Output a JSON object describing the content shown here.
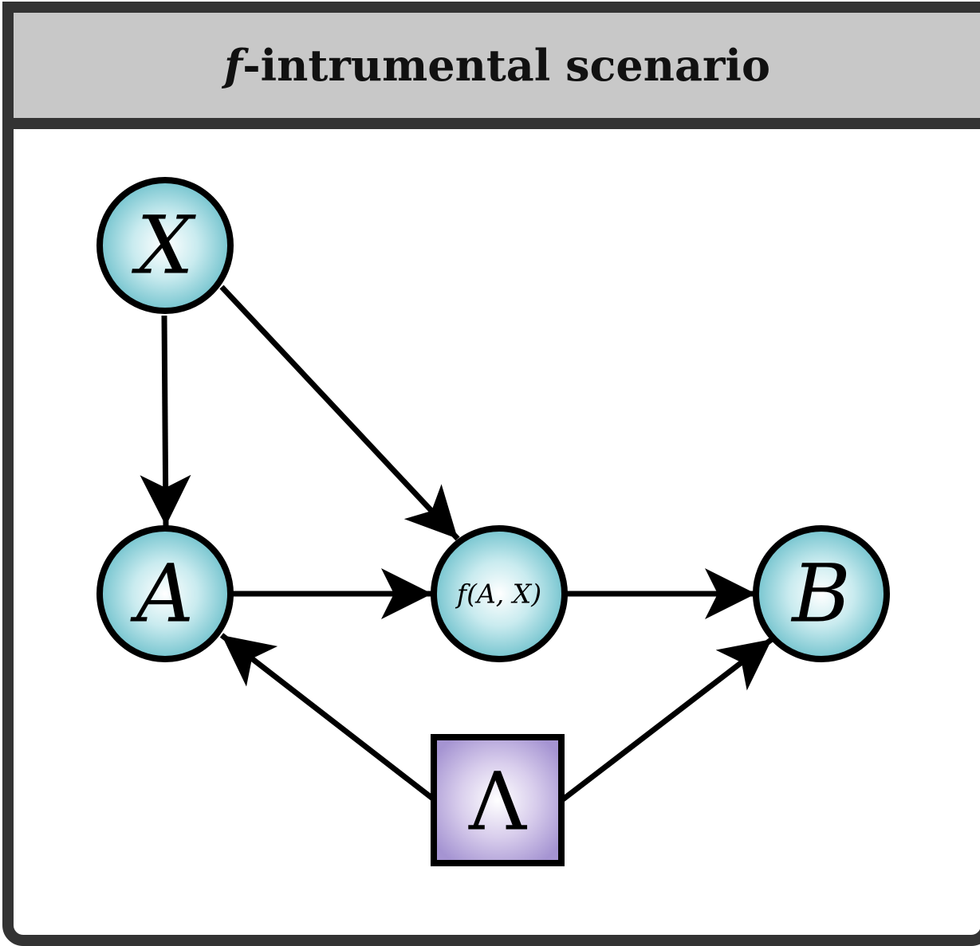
{
  "title": {
    "var": "f",
    "rest": "-intrumental scenario"
  },
  "nodes": {
    "x": "X",
    "a": "A",
    "f": "f(A, X)",
    "b": "B",
    "lambda": "Λ"
  },
  "colors": {
    "frame": "#333333",
    "header_bg": "#c8c8c8",
    "circle_node_fill": "#7cc8d2",
    "lambda_node_fill": "#b4a4d8",
    "stroke": "#000000"
  }
}
